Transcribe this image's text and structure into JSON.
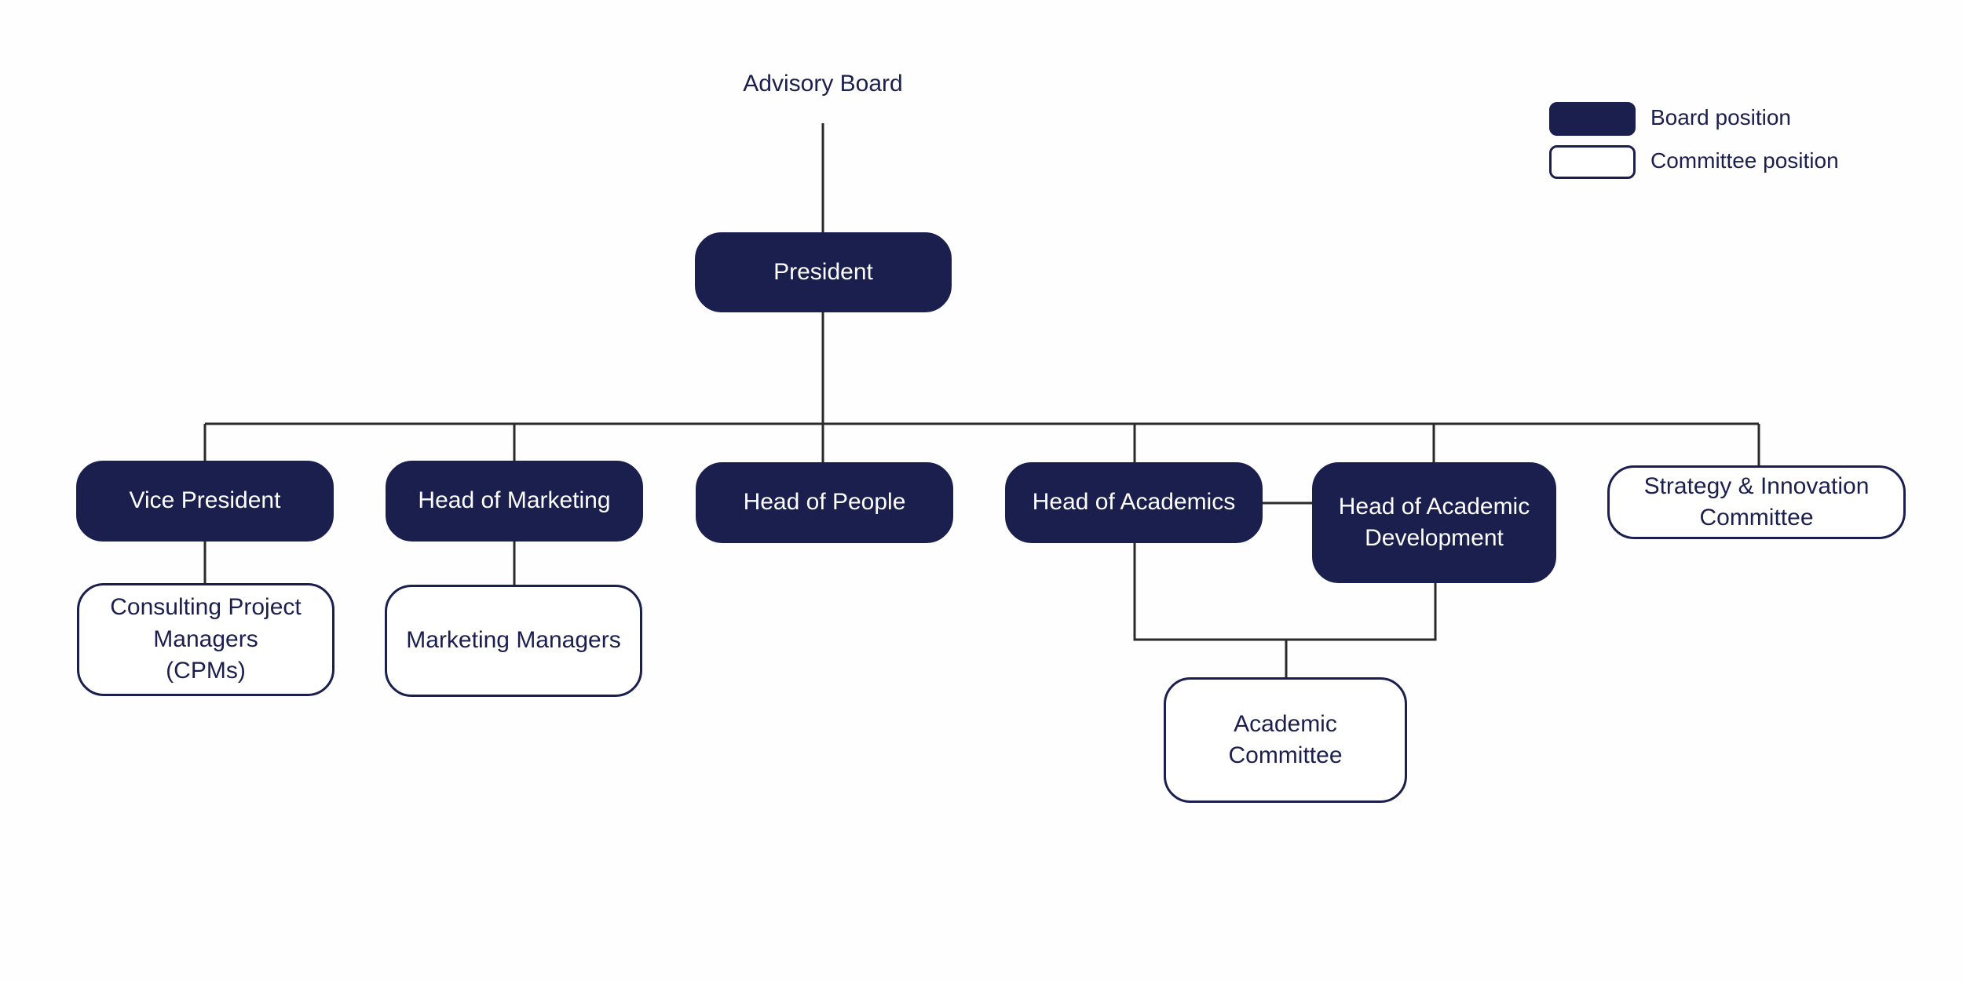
{
  "colors": {
    "board_fill": "#1b1f4e",
    "committee_fill": "#ffffff",
    "line": "#2a2a2a",
    "text_dark": "#1b1f4e"
  },
  "top_label": "Advisory Board",
  "nodes": {
    "president": "President",
    "vice_president": "Vice President",
    "head_marketing": "Head of Marketing",
    "head_people": "Head of People",
    "head_academics": "Head of Academics",
    "head_academic_dev": "Head of Academic\nDevelopment",
    "strategy_committee": "Strategy & Innovation\nCommittee",
    "cpms": "Consulting Project\nManagers\n(CPMs)",
    "marketing_managers": "Marketing Managers",
    "academic_committee": "Academic\nCommittee"
  },
  "legend": {
    "board": "Board position",
    "committee": "Committee position"
  }
}
